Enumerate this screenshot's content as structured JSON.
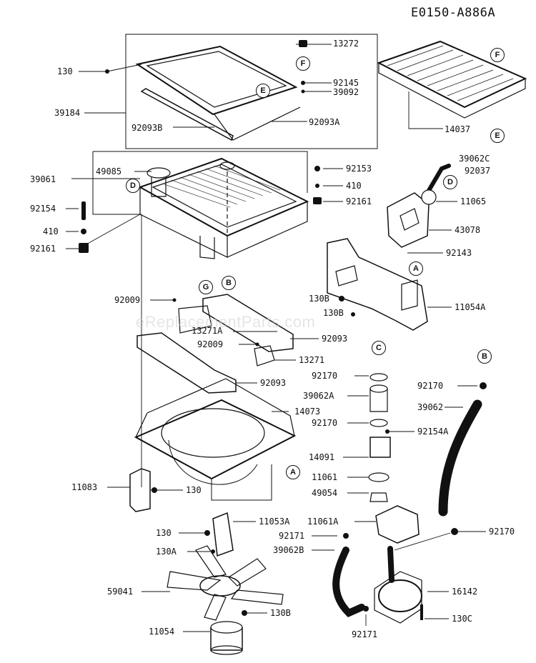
{
  "diagram_code": "E0150-A886A",
  "watermark": "eReplacementParts.com",
  "parts": [
    {
      "id": "p-13272",
      "label": "13272"
    },
    {
      "id": "p-130-top",
      "label": "130"
    },
    {
      "id": "p-92145",
      "label": "92145"
    },
    {
      "id": "p-39092",
      "label": "39092"
    },
    {
      "id": "p-39184",
      "label": "39184"
    },
    {
      "id": "p-92093A",
      "label": "92093A"
    },
    {
      "id": "p-92093B",
      "label": "92093B"
    },
    {
      "id": "p-14037",
      "label": "14037"
    },
    {
      "id": "p-39061",
      "label": "39061"
    },
    {
      "id": "p-49085",
      "label": "49085"
    },
    {
      "id": "p-92153",
      "label": "92153"
    },
    {
      "id": "p-39062C",
      "label": "39062C"
    },
    {
      "id": "p-92037",
      "label": "92037"
    },
    {
      "id": "p-410-right",
      "label": "410"
    },
    {
      "id": "p-92161-right",
      "label": "92161"
    },
    {
      "id": "p-11065",
      "label": "11065"
    },
    {
      "id": "p-92154",
      "label": "92154"
    },
    {
      "id": "p-43078",
      "label": "43078"
    },
    {
      "id": "p-410-left",
      "label": "410"
    },
    {
      "id": "p-92161-left",
      "label": "92161"
    },
    {
      "id": "p-92143",
      "label": "92143"
    },
    {
      "id": "p-92009-a",
      "label": "92009"
    },
    {
      "id": "p-130B-a",
      "label": "130B"
    },
    {
      "id": "p-11054A",
      "label": "11054A"
    },
    {
      "id": "p-130B-b",
      "label": "130B"
    },
    {
      "id": "p-13271A",
      "label": "13271A"
    },
    {
      "id": "p-92093-a",
      "label": "92093"
    },
    {
      "id": "p-92009-b",
      "label": "92009"
    },
    {
      "id": "p-13271",
      "label": "13271"
    },
    {
      "id": "p-92170-a",
      "label": "92170"
    },
    {
      "id": "p-92170-b",
      "label": "92170"
    },
    {
      "id": "p-92093-b",
      "label": "92093"
    },
    {
      "id": "p-39062A",
      "label": "39062A"
    },
    {
      "id": "p-39062",
      "label": "39062"
    },
    {
      "id": "p-14073",
      "label": "14073"
    },
    {
      "id": "p-92170-c",
      "label": "92170"
    },
    {
      "id": "p-92154A",
      "label": "92154A"
    },
    {
      "id": "p-14091",
      "label": "14091"
    },
    {
      "id": "p-11061",
      "label": "11061"
    },
    {
      "id": "p-11083",
      "label": "11083"
    },
    {
      "id": "p-130-mid",
      "label": "130"
    },
    {
      "id": "p-49054",
      "label": "49054"
    },
    {
      "id": "p-11053A",
      "label": "11053A"
    },
    {
      "id": "p-11061A",
      "label": "11061A"
    },
    {
      "id": "p-130-low",
      "label": "130"
    },
    {
      "id": "p-92171-a",
      "label": "92171"
    },
    {
      "id": "p-92170-d",
      "label": "92170"
    },
    {
      "id": "p-130A",
      "label": "130A"
    },
    {
      "id": "p-39062B",
      "label": "39062B"
    },
    {
      "id": "p-59041",
      "label": "59041"
    },
    {
      "id": "p-16142",
      "label": "16142"
    },
    {
      "id": "p-130B-c",
      "label": "130B"
    },
    {
      "id": "p-130C",
      "label": "130C"
    },
    {
      "id": "p-11054",
      "label": "11054"
    },
    {
      "id": "p-92171-b",
      "label": "92171"
    }
  ],
  "refs": [
    {
      "id": "r-E1",
      "letter": "E"
    },
    {
      "id": "r-F1",
      "letter": "F"
    },
    {
      "id": "r-F2",
      "letter": "F"
    },
    {
      "id": "r-E2",
      "letter": "E"
    },
    {
      "id": "r-D1",
      "letter": "D"
    },
    {
      "id": "r-D2",
      "letter": "D"
    },
    {
      "id": "r-G1",
      "letter": "G"
    },
    {
      "id": "r-B1",
      "letter": "B"
    },
    {
      "id": "r-A1",
      "letter": "A"
    },
    {
      "id": "r-C1",
      "letter": "C"
    },
    {
      "id": "r-B2",
      "letter": "B"
    },
    {
      "id": "r-A2",
      "letter": "A"
    }
  ]
}
